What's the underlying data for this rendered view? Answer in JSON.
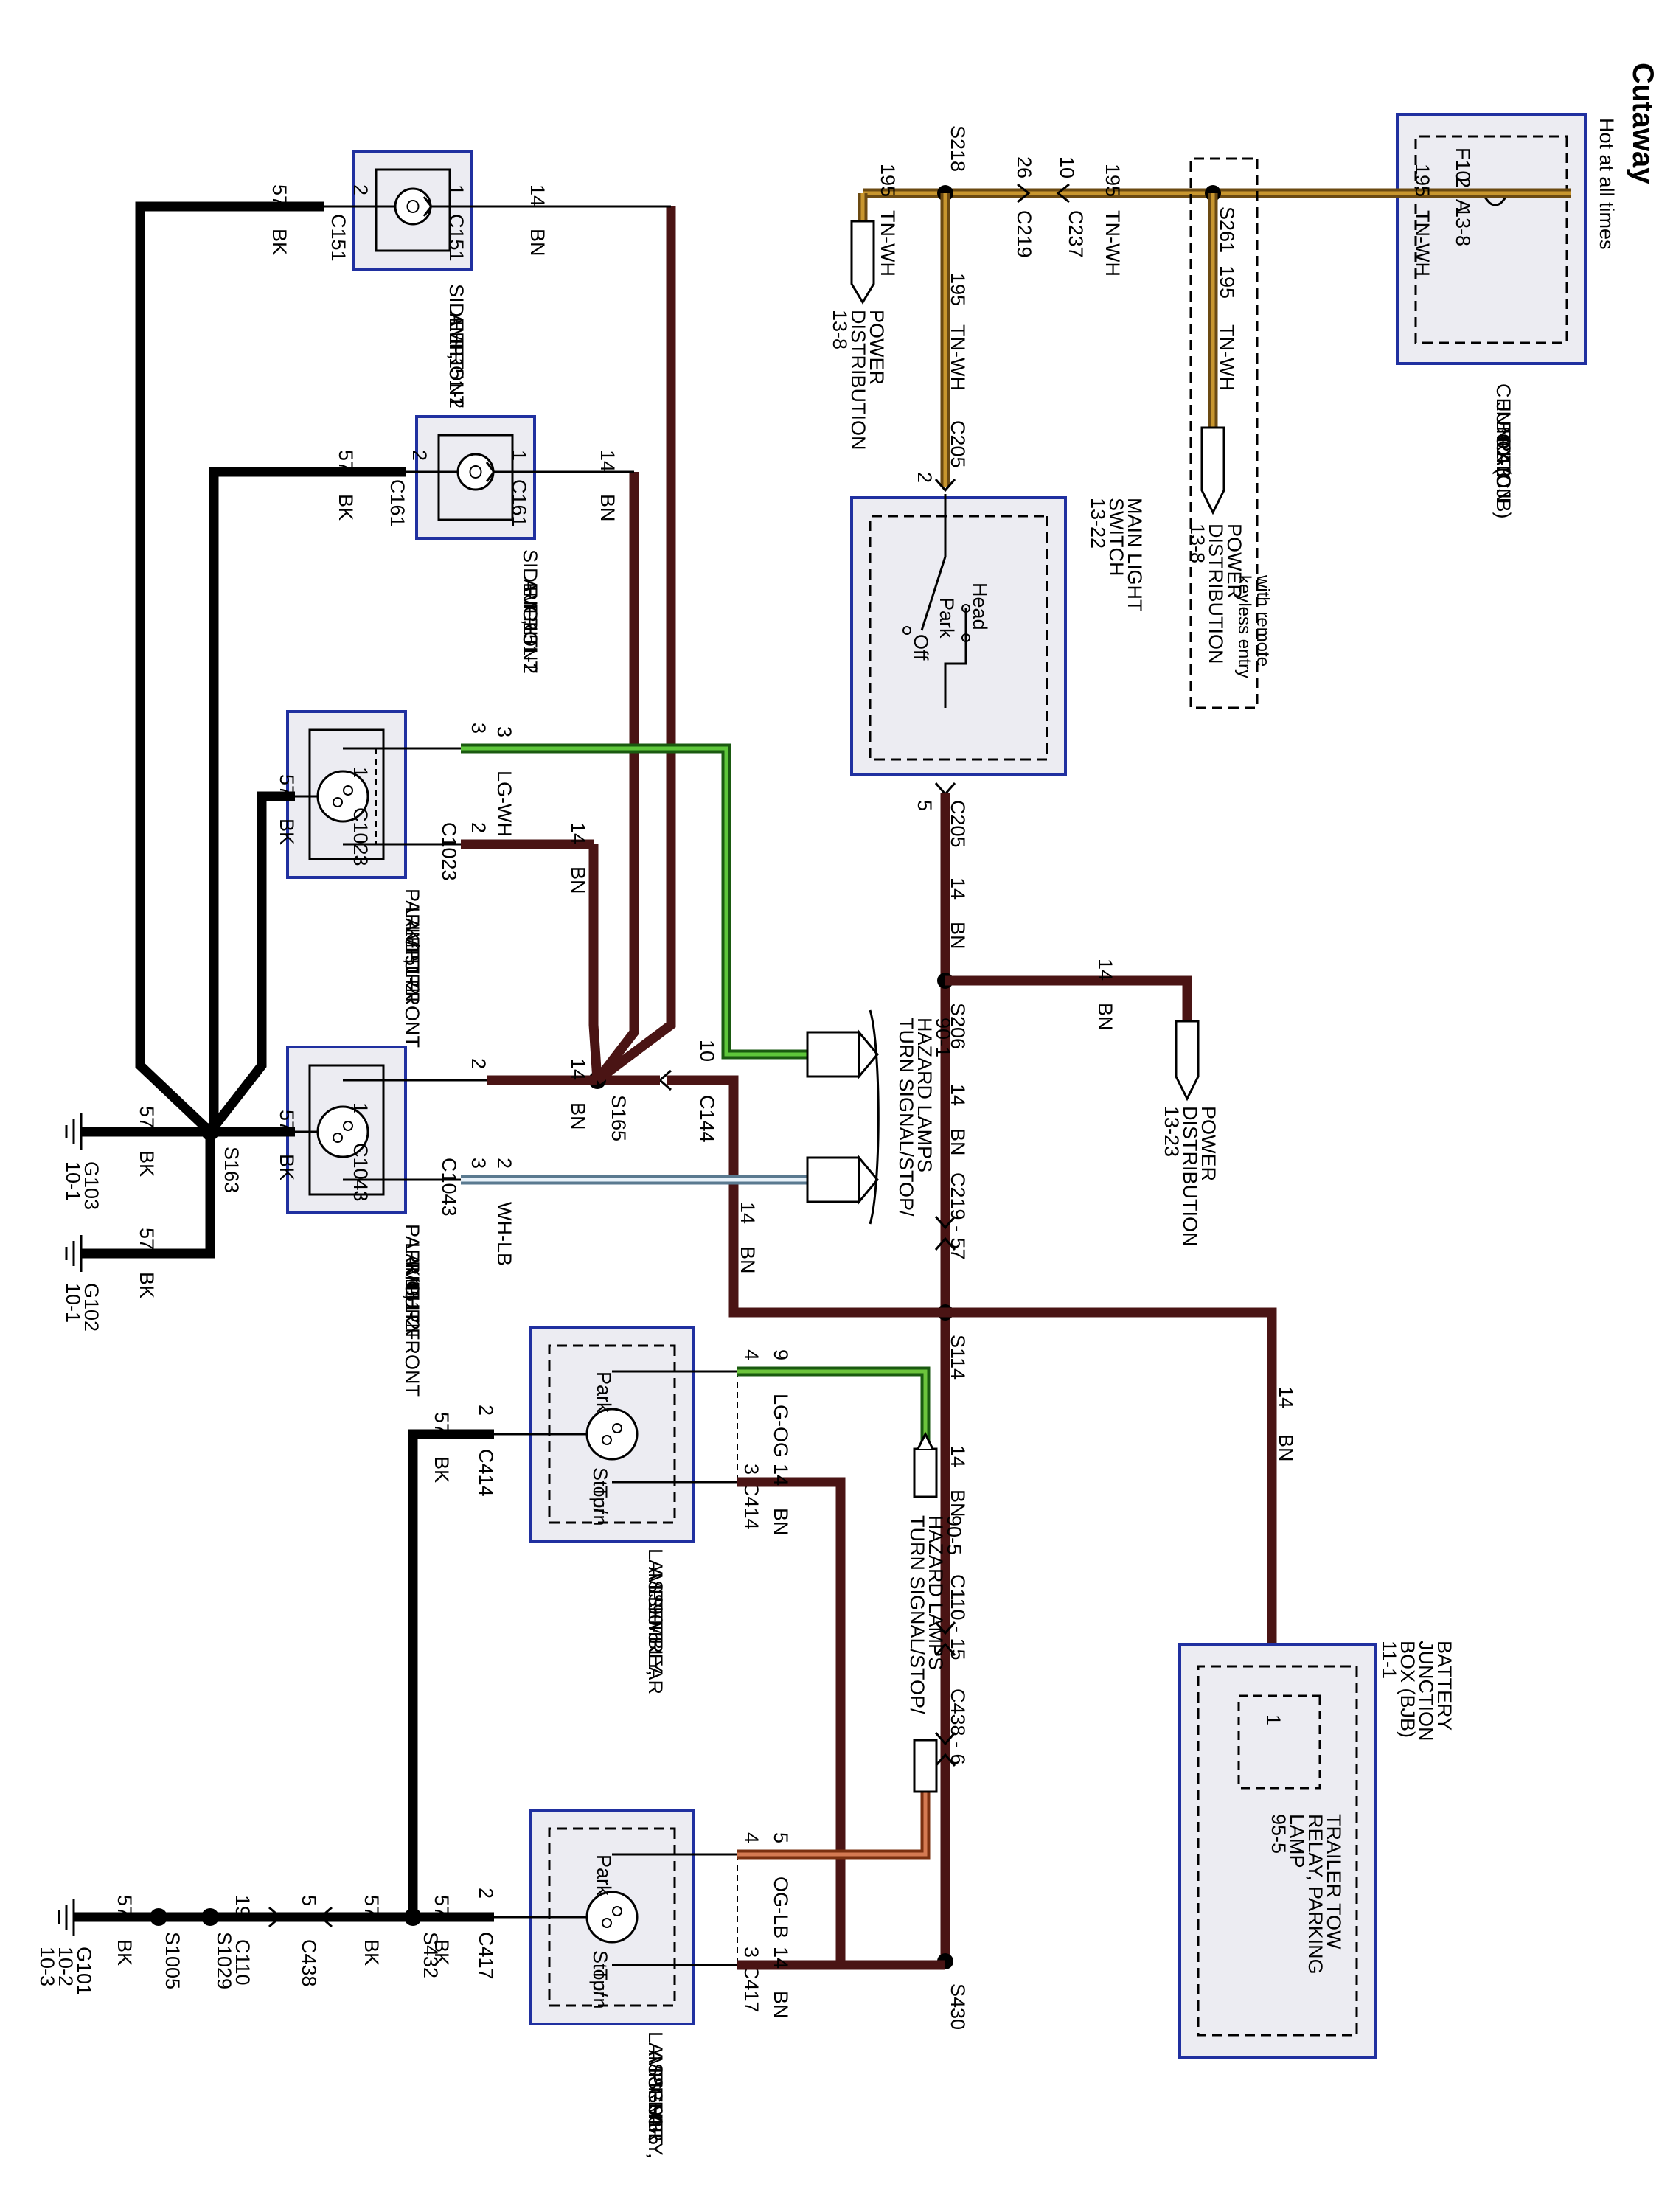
{
  "title": "Cutaway",
  "subtitle": "Hot at all times",
  "colors": {
    "BK": "#000000",
    "BN": "#4a1414",
    "TN-WH": "#c8962e",
    "LG-WH": "#5ec63a",
    "WH-LB": "#a8c8e0",
    "LG-OG": "#6cc43c",
    "OG-LB": "#d47a52",
    "box_border": "#2030a0",
    "box_fill": "#ececf2"
  },
  "components": {
    "cjb": {
      "lines": [
        "CENTRAL",
        "JUNCTION",
        "BOX (CJB)",
        "11-3"
      ]
    },
    "fuse": {
      "lines": [
        "F10",
        "20A",
        "13-8"
      ]
    },
    "main_light_switch": {
      "lines": [
        "MAIN LIGHT",
        "SWITCH",
        "13-22"
      ],
      "positions": [
        "Head",
        "Park",
        "Off"
      ]
    },
    "side_lamp_lf": {
      "lines": [
        "SIDE",
        "LAMP,",
        "LEFT",
        "FRONT",
        "151-2"
      ]
    },
    "side_lamp_rf": {
      "lines": [
        "SIDE",
        "LAMP,",
        "RIGHT",
        "FRONT",
        "151-2"
      ]
    },
    "park_turn_lf": {
      "lines": [
        "PARK/TURN",
        "LAMP,",
        "LEFT FRONT",
        "151-2"
      ]
    },
    "park_turn_rf": {
      "lines": [
        "PARK/TURN",
        "LAMP,",
        "RIGHT FRONT",
        "151-2"
      ]
    },
    "lamp_lr": {
      "lines": [
        "LAMP",
        "ASSEMBLY,",
        "LEFT REAR",
        "90-5"
      ],
      "park": "Park",
      "stop1": "Stop/",
      "stop2": "Turn"
    },
    "lamp_rr": {
      "lines": [
        "LAMP",
        "ASSEMBLY,",
        "RIGHT",
        "REAR",
        "90-5"
      ],
      "park": "Park",
      "stop1": "Stop/",
      "stop2": "Turn"
    },
    "bjb": {
      "lines": [
        "BATTERY",
        "JUNCTION",
        "BOX (BJB)",
        "11-1"
      ]
    },
    "trailer_relay": {
      "lines": [
        "TRAILER TOW",
        "RELAY, PARKING",
        "LAMP",
        "95-5"
      ],
      "pin": "1"
    },
    "pd_13_8a": {
      "lines": [
        "POWER",
        "DISTRIBUTION",
        "13-8"
      ]
    },
    "pd_13_8b": {
      "lines": [
        "POWER",
        "DISTRIBUTION",
        "13-8"
      ],
      "note1": "with remote",
      "note2": "keyless entry"
    },
    "pd_13_23": {
      "lines": [
        "POWER",
        "DISTRIBUTION",
        "13-23"
      ]
    },
    "ts_front": {
      "lines": [
        "TURN SIGNAL/STOP/",
        "HAZARD LAMPS",
        "90-1"
      ]
    },
    "ts_rear": {
      "lines": [
        "TURN SIGNAL/STOP/",
        "HAZARD LAMPS",
        "90-5"
      ]
    }
  },
  "labels": {
    "c151": "C151",
    "c161": "C161",
    "c1023": "C1023",
    "c1043": "C1043",
    "c414": "C414",
    "c417": "C417",
    "c205": "C205",
    "c219": "C219",
    "c237": "C237",
    "c144": "C144",
    "c219_57": "C219 - 57",
    "c110_15": "C110 - 15",
    "c438_6": "C438 - 6",
    "c110": "C110",
    "c438": "C438",
    "s218": "S218",
    "s261": "S261",
    "s206": "S206",
    "s114": "S114",
    "s165": "S165",
    "s163": "S163",
    "s430": "S430",
    "s432": "S432",
    "s1005": "S1005",
    "s1029": "S1029",
    "g101": "G101",
    "g101_a": "10-2",
    "g101_b": "10-3",
    "g102": "G102",
    "g102_a": "10-1",
    "g103": "G103",
    "g103_a": "10-1",
    "bk": "BK",
    "bn": "BN",
    "tnwh": "TN-WH",
    "lgwh": "LG-WH",
    "whlb": "WH-LB",
    "lgog": "LG-OG",
    "oglb": "OG-LB",
    "n57": "57",
    "n14": "14",
    "n195": "195",
    "n26": "26",
    "n10": "10",
    "n19": "19",
    "n9": "9",
    "n5": "5",
    "n3": "3",
    "n2": "2",
    "n1": "1",
    "n4": "4"
  }
}
